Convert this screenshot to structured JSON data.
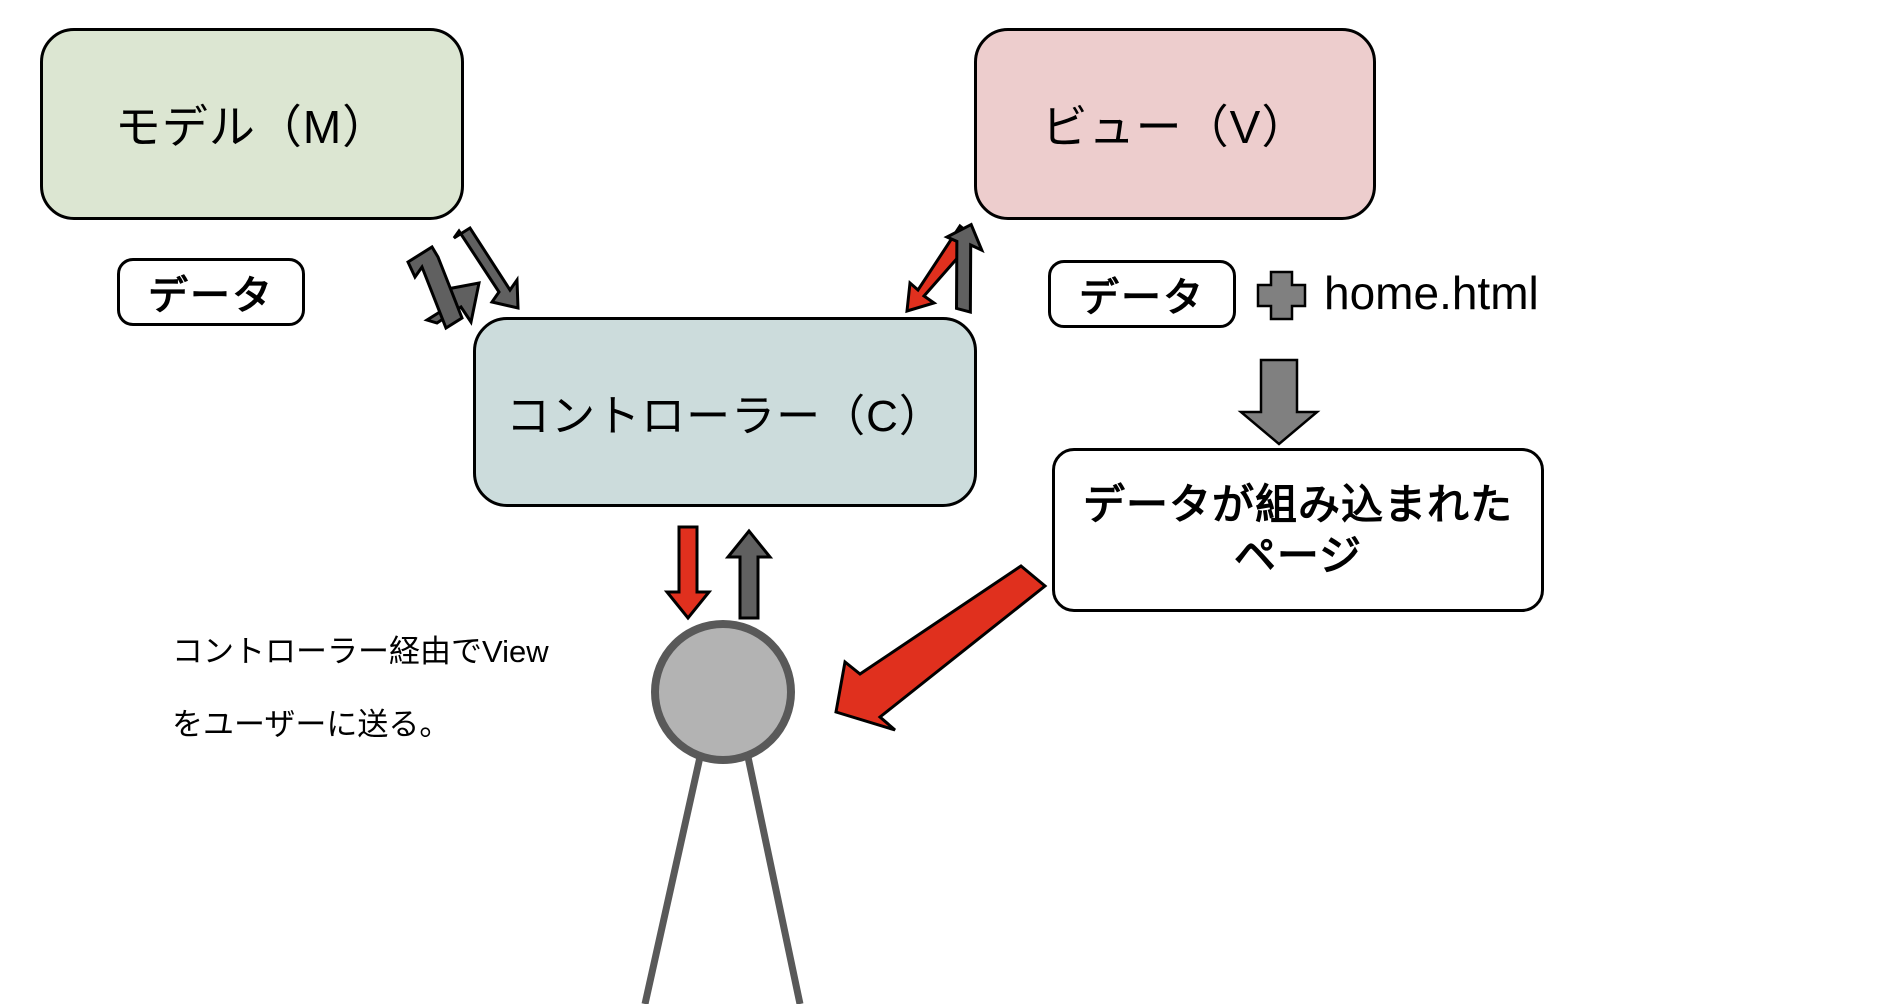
{
  "diagram": {
    "title_semantic": "MVC architecture flow (Japanese)",
    "nodes": {
      "model": {
        "label": "モデル（M）",
        "color": "#dce6d2"
      },
      "view": {
        "label": "ビュー（V）",
        "color": "#edcdcd"
      },
      "controller": {
        "label": "コントローラー（C）",
        "color": "#ccdcdc"
      },
      "data_chip_left": {
        "label": "データ"
      },
      "data_chip_right": {
        "label": "データ"
      },
      "home_file": {
        "label": "home.html"
      },
      "rendered_page": {
        "line1": "データが組み込まれた",
        "line2": "ページ"
      }
    },
    "caption": {
      "line1": "コントローラー経由でView",
      "line2": "をユーザーに送る。"
    },
    "icons": {
      "plus": "plus-icon",
      "user": "user-person-icon",
      "arrow_down_thick": "arrow-down-thick-icon"
    },
    "colors": {
      "red_arrow": "#e0301e",
      "gray_arrow": "#606060",
      "outline": "#000000",
      "person_fill": "#b3b3b3",
      "person_stroke": "#595959"
    }
  }
}
